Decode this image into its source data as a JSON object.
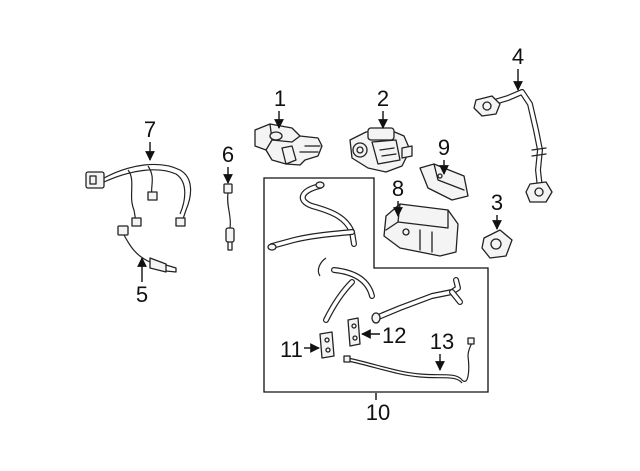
{
  "callouts": {
    "c1": "1",
    "c2": "2",
    "c3": "3",
    "c4": "4",
    "c5": "5",
    "c6": "6",
    "c7": "7",
    "c8": "8",
    "c9": "9",
    "c10": "10",
    "c11": "11",
    "c12": "12",
    "c13": "13"
  },
  "colors": {
    "line": "#222222",
    "background": "#ffffff",
    "part_fill": "#f4f4f4"
  }
}
